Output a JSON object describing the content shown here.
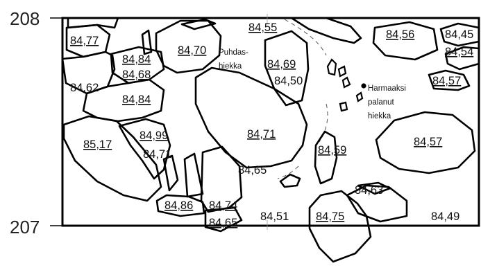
{
  "axis_labels": {
    "top": "208",
    "bottom": "207"
  },
  "elevations": [
    {
      "text": "84,55",
      "underline": true
    },
    {
      "text": "84,77",
      "underline": true
    },
    {
      "text": "84,84",
      "underline": true
    },
    {
      "text": "84,68",
      "underline": true
    },
    {
      "text": "84,70",
      "underline": true
    },
    {
      "text": "84,62",
      "underline": false
    },
    {
      "text": "84,84",
      "underline": true
    },
    {
      "text": "84,69",
      "underline": true
    },
    {
      "text": "84,50",
      "underline": false
    },
    {
      "text": "84,56",
      "underline": true
    },
    {
      "text": "84,45",
      "underline": false
    },
    {
      "text": "84,54",
      "underline": true
    },
    {
      "text": "84,57",
      "underline": true
    },
    {
      "text": "85,17",
      "underline": true
    },
    {
      "text": "84,99",
      "underline": true
    },
    {
      "text": "84,71",
      "underline": false
    },
    {
      "text": "84,71",
      "underline": true
    },
    {
      "text": "84,59",
      "underline": true
    },
    {
      "text": "84,57",
      "underline": true
    },
    {
      "text": "84,65",
      "underline": false
    },
    {
      "text": "84,63",
      "underline": false
    },
    {
      "text": "84,86",
      "underline": true
    },
    {
      "text": "84,74",
      "underline": true
    },
    {
      "text": "84,65",
      "underline": true
    },
    {
      "text": "84,51",
      "underline": false
    },
    {
      "text": "84,75",
      "underline": true
    },
    {
      "text": "84,49",
      "underline": false
    }
  ],
  "notes": {
    "puhdas_line1": "Puhdas-",
    "puhdas_line2": "hiekka",
    "harmaa_line1": "Harmaaksi",
    "harmaa_line2": "palanut",
    "harmaa_line3": "hiekka"
  }
}
